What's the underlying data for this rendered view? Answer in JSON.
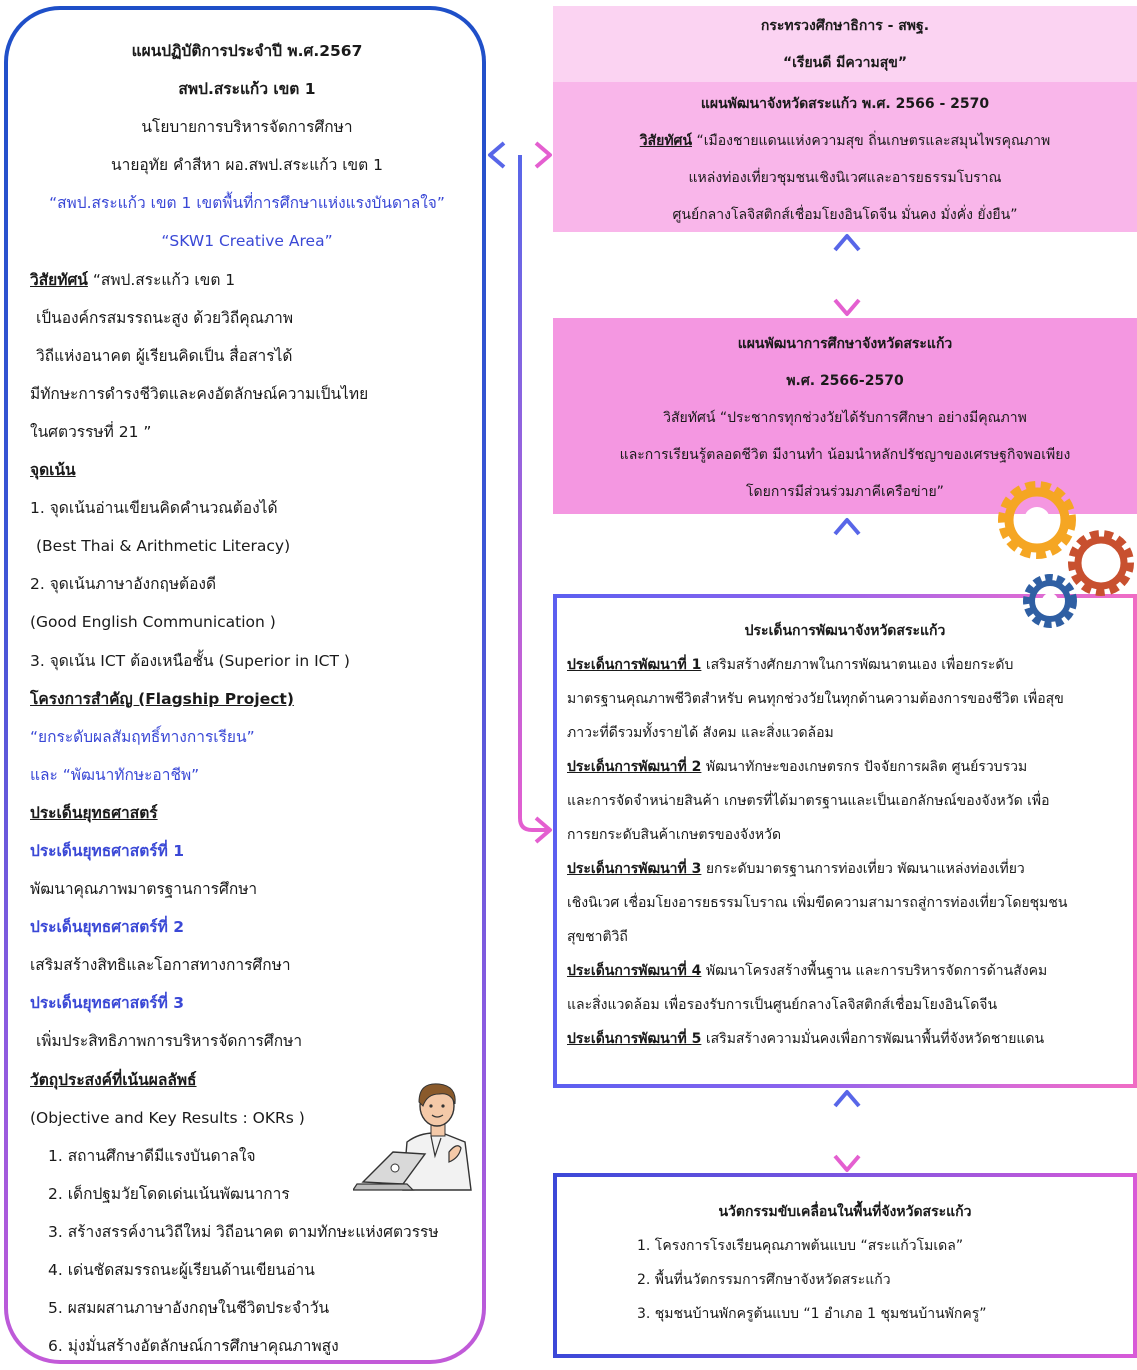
{
  "left": {
    "title": "แผนปฏิบัติการประจำปี พ.ศ.2567",
    "org": "สพป.สระแก้ว  เขต 1",
    "policy": "นโยบายการบริหารจัดการศึกษา",
    "director": "นายอุทัย  คำสีหา   ผอ.สพป.สระแก้ว  เขต 1",
    "slogan_th": "“สพป.สระแก้ว  เขต 1 เขตพื้นที่การศึกษาแห่งแรงบันดาลใจ”",
    "slogan_en": "“SKW1 Creative  Area”",
    "vision_label": "วิสัยทัศน์",
    "vision_1": "  “สพป.สระแก้ว  เขต 1",
    "vision_2": "เป็นองค์กรสมรรถนะสูง   ด้วยวิถีคุณภาพ",
    "vision_3": "วิถีแห่งอนาคต  ผู้เรียนคิดเป็น  สื่อสารได้",
    "vision_4": "มีทักษะการดำรงชีวิตและคงอัตลักษณ์ความเป็นไทย",
    "vision_5": "ในศตวรรษที่ 21   ”",
    "focus_label": "จุดเน้น",
    "focus_1": "1. จุดเน้นอ่านเขียนคิดคำนวณต้องได้",
    "focus_1_en": "(Best Thai & Arithmetic  Literacy)",
    "focus_2": "2. จุดเน้นภาษาอังกฤษต้องดี",
    "focus_2_en": "(Good English Communication )",
    "focus_3": "3. จุดเน้น ICT ต้องเหนือชั้น  (Superior in ICT )",
    "flagship_label": "โครงการสำคัญ (Flagship  Project)",
    "flagship_1": "“ยกระดับผลสัมฤทธิ์ทางการเรียน”",
    "flagship_2": "และ “พัฒนาทักษะอาชีพ”",
    "strategy_label": "ประเด็นยุทธศาสตร์",
    "strategy_1_label": "ประเด็นยุทธศาสตร์ที่  1",
    "strategy_1": "พัฒนาคุณภาพมาตรฐานการศึกษา",
    "strategy_2_label": "ประเด็นยุทธศาสตร์ที่  2",
    "strategy_2": "เสริมสร้างสิทธิและโอกาสทางการศึกษา",
    "strategy_3_label": "ประเด็นยุทธศาสตร์ที่  3",
    "strategy_3": "เพิ่มประสิทธิภาพการบริหารจัดการศึกษา",
    "okr_label": "วัตถุประสงค์ที่เน้นผลลัพธ์ ",
    "okr_en": "(Objective and Key Results : OKRs )",
    "okr_items": [
      "1. สถานศึกษาดีมีแรงบันดาลใจ",
      "2. เด็กปฐมวัยโดดเด่นเน้นพัฒนาการ",
      "3. สร้างสรรค์งานวิถีใหม่ วิถีอนาคต ตามทักษะแห่งศตวรรษ",
      "4. เด่นชัดสมรรถนะผู้เรียนด้านเขียนอ่าน",
      "5. ผสมผสานภาษาอังกฤษในชีวิตประจำวัน",
      "6. มุ่งมั่นสร้างอัตลักษณ์การศึกษาคุณภาพสูง"
    ]
  },
  "ministry": {
    "line1": "กระทรวงศึกษาธิการ -  สพฐ.",
    "line2": "“เรียนดี   มีความสุข”"
  },
  "provincial": {
    "title": "แผนพัฒนาจังหวัดสระแก้ว พ.ศ. 2566 - 2570",
    "vision_label": "วิสัยทัศน์",
    "line1": "  “เมืองชายแดนแห่งความสุข ถิ่นเกษตรและสมุนไพรคุณภาพ",
    "line2": "แหล่งท่องเที่ยวชุมชนเชิงนิเวศและอารยธรรมโบราณ",
    "line3": "ศูนย์กลางโลจิสติกส์เชื่อมโยงอินโดจีน มั่นคง มั่งคั่ง ยั่งยืน”"
  },
  "education": {
    "title": "แผนพัฒนาการศึกษาจังหวัดสระแก้ว",
    "years": "พ.ศ. 2566-2570",
    "line1": "วิสัยทัศน์  “ประชากรทุกช่วงวัยได้รับการศึกษา อย่างมีคุณภาพ",
    "line2": "และการเรียนรู้ตลอดชีวิต  มีงานทำ น้อมนำหลักปรัชญาของเศรษฐกิจพอเพียง",
    "line3": "โดยการมีส่วนร่วมภาคีเครือข่าย”"
  },
  "issues": {
    "title": "ประเด็นการพัฒนาจังหวัดสระแก้ว",
    "i1_label": "ประเด็นการพัฒนาที่ 1",
    "i1_a": " เสริมสร้างศักยภาพในการพัฒนาตนเอง เพื่อยกระดับ",
    "i1_b": "มาตรฐานคุณภาพชีวิตสำหรับ คนทุกช่วงวัยในทุกด้านความต้องการของชีวิต เพื่อสุข",
    "i1_c": "ภาวะที่ดีรวมทั้งรายได้ สังคม  และสิ่งแวดล้อม",
    "i2_label": "ประเด็นการพัฒนาที่ 2",
    "i2_a": " พัฒนาทักษะของเกษตรกร ปัจจัยการผลิต ศูนย์รวบรวม",
    "i2_b": "และการจัดจำหน่ายสินค้า เกษตรที่ได้มาตรฐานและเป็นเอกลักษณ์ของจังหวัด เพื่อ",
    "i2_c": "การยกระดับสินค้าเกษตรของจังหวัด",
    "i3_label": "ประเด็นการพัฒนาที่ 3",
    "i3_a": " ยกระดับมาตรฐานการท่องเที่ยว พัฒนาแหล่งท่องเที่ยว",
    "i3_b": "เชิงนิเวศ เชื่อมโยงอารยธรรมโบราณ เพิ่มขีดความสามารถสู่การท่องเที่ยวโดยชุมชน",
    "i3_c": "สุขชาติวิถี",
    "i4_label": "ประเด็นการพัฒนาที่ 4",
    "i4_a": " พัฒนาโครงสร้างพื้นฐาน และการบริหารจัดการด้านสังคม",
    "i4_b": "และสิ่งแวดล้อม   เพื่อรองรับการเป็นศูนย์กลางโลจิสติกส์เชื่อมโยงอินโดจีน",
    "i5_label": "ประเด็นการพัฒนาที่ 5",
    "i5_a": " เสริมสร้างความมั่นคงเพื่อการพัฒนาพื้นที่จังหวัดชายแดน"
  },
  "innovation": {
    "title": "นวัตกรรมขับเคลื่อนในพื้นที่จังหวัดสระแก้ว",
    "items": [
      "1. โครงการโรงเรียนคุณภาพต้นแบบ “สระแก้วโมเดล”",
      "2. พื้นที่นวัตกรรมการศึกษาจังหวัดสระแก้ว",
      "3. ชุมชนบ้านพักครูต้นแบบ  “1 อำเภอ 1 ชุมชนบ้านพักครู”"
    ]
  },
  "colors": {
    "blue_arrow": "#5866e8",
    "pink_arrow": "#e45fd0",
    "gear_orange": "#f5a623",
    "gear_red": "#c8502f",
    "gear_blue": "#2f5fa3"
  }
}
